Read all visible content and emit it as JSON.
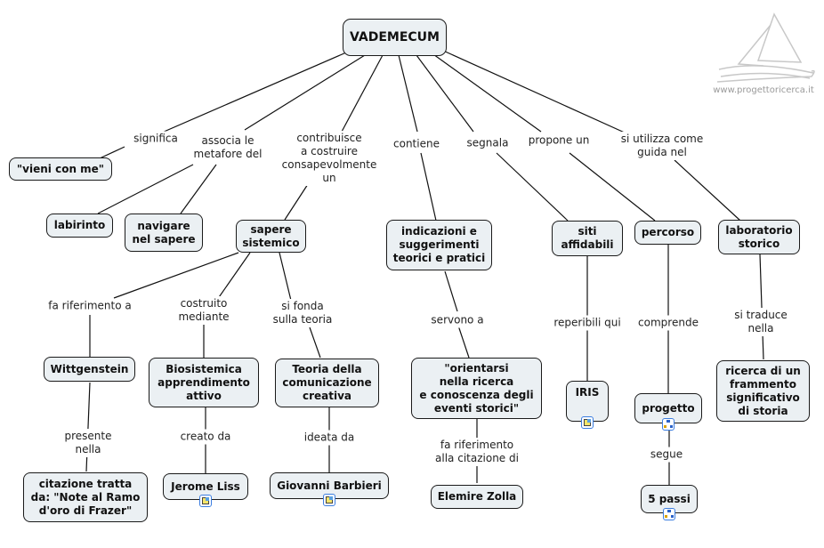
{
  "logo": {
    "text": "www.progettoricerca.it",
    "icon": "sailboat-icon"
  },
  "root": "VADEMECUM",
  "nodes": {
    "vieni": "\"vieni con me\"",
    "labirinto": "labirinto",
    "navigare": "navigare\nnel sapere",
    "sapere": "sapere\nsistemico",
    "indicazioni": "indicazioni e\nsuggerimenti\nteorici e pratici",
    "siti": "siti\naffidabili",
    "percorso": "percorso",
    "laboratorio": "laboratorio\nstorico",
    "wittgenstein": "Wittgenstein",
    "biosistemica": "Biosistemica\napprendimento\nattivo",
    "teoria": "Teoria della\ncomunicazione\ncreativa",
    "orientarsi": "\"orientarsi\nnella ricerca\ne conoscenza degli\neventi storici\"",
    "iris": "IRIS",
    "progetto": "progetto",
    "ricerca": "ricerca di un\nframmento\nsignificativo\ndi storia",
    "citazione": "citazione tratta\nda: \"Note al Ramo\nd'oro di Frazer\"",
    "liss": "Jerome Liss",
    "barbieri": "Giovanni Barbieri",
    "zolla": "Elemire Zolla",
    "passi": "5 passi"
  },
  "links": {
    "significa": "significa",
    "associa": "associa le\nmetafore del",
    "contribuisce": "contribuisce\na costruire\nconsapevolmente\nun",
    "contiene": "contiene",
    "segnala": "segnala",
    "propone": "propone un",
    "utilizza": "si utilizza come\nguida nel",
    "fa_rif": "fa riferimento a",
    "costruito": "costruito\nmediante",
    "fonda": "si fonda\nsulla teoria",
    "servono": "servono a",
    "reperibili": "reperibili qui",
    "comprende": "comprende",
    "traduce": "si traduce nella",
    "presente": "presente\nnella",
    "creato": "creato da",
    "ideata": "ideata da",
    "fa_rif_cit": "fa riferimento\nalla citazione di",
    "segue": "segue"
  },
  "resources": {
    "liss": "document-icon",
    "barbieri": "document-icon",
    "iris": "document-icon",
    "progetto": "concept-map-icon",
    "passi": "concept-map-icon"
  }
}
